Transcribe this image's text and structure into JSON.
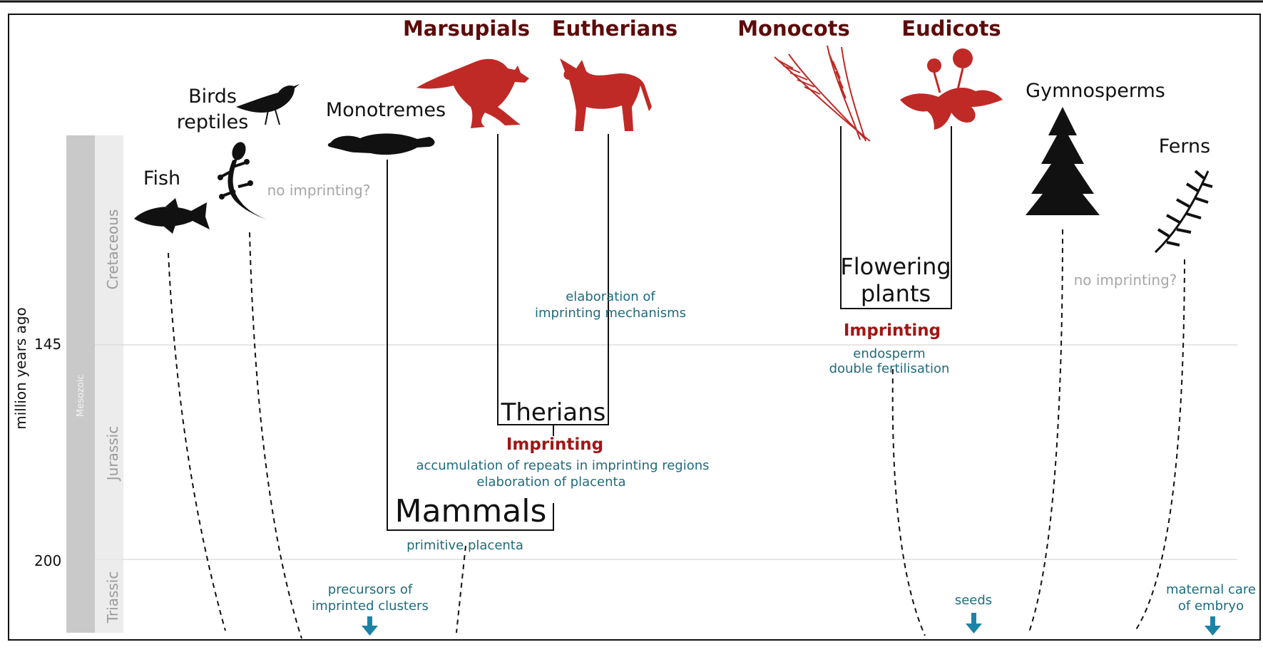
{
  "axis": {
    "label": "million years ago",
    "ticks": [
      "145",
      "200"
    ],
    "era": "Mesozoic",
    "periods": [
      "Cretaceous",
      "Jurassic",
      "Triassic"
    ]
  },
  "groups": {
    "fish": "Fish",
    "birds_line1": "Birds",
    "birds_line2": "reptiles",
    "monotremes": "Monotremes",
    "marsupials": "Marsupials",
    "eutherians": "Eutherians",
    "monocots": "Monocots",
    "eudicots": "Eudicots",
    "gymnosperms": "Gymnosperms",
    "ferns": "Ferns"
  },
  "clades": {
    "therians": "Therians",
    "mammals": "Mammals",
    "flowering_line1": "Flowering",
    "flowering_line2": "plants"
  },
  "notes": {
    "no_imprinting_reptiles": "no imprinting?",
    "no_imprinting_plants": "no imprinting?",
    "elaboration_line1": "elaboration of",
    "elaboration_line2": "imprinting mechanisms",
    "imprinting_mammals": "Imprinting",
    "accumulation": "accumulation of repeats in imprinting regions",
    "placenta_elab": "elaboration of placenta",
    "primitive_placenta": "primitive placenta",
    "imprinting_plants": "Imprinting",
    "endosperm": "endosperm",
    "double_fert": "double fertilisation",
    "precursors_line1": "precursors of",
    "precursors_line2": "imprinted clusters",
    "seeds": "seeds",
    "maternal_line1": "maternal care",
    "maternal_line2": "of embryo"
  },
  "colors": {
    "animal_red": "#bf2a26",
    "teal_text": "#1f6b7c",
    "arrow": "#1b84a6",
    "maroon": "#5e0b0b"
  },
  "icons": [
    "fish-icon",
    "bird-icon",
    "gecko-icon",
    "platypus-icon",
    "kangaroo-icon",
    "dingo-icon",
    "wheat-icon",
    "dandelion-icon",
    "conifer-icon",
    "fern-icon"
  ]
}
